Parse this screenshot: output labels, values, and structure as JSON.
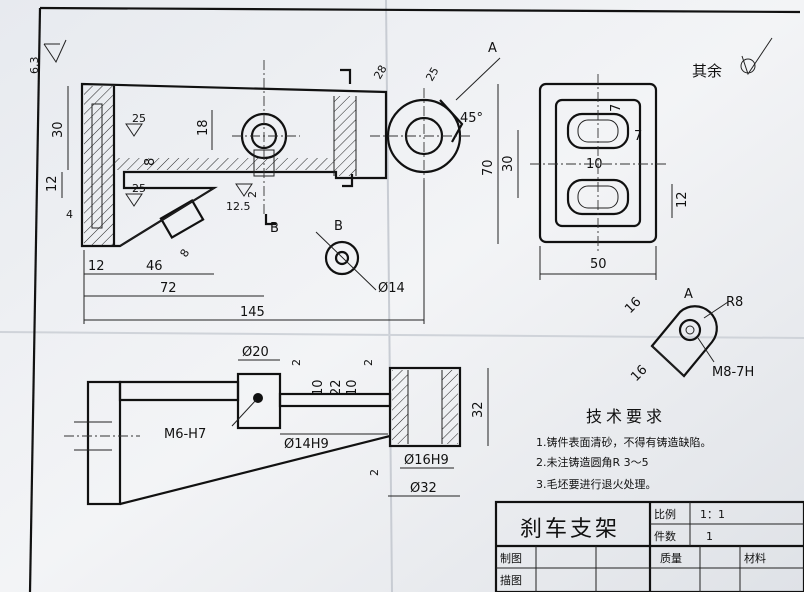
{
  "roughness_top_left": "6.3",
  "view_label_a": "A",
  "view_label_b": "B",
  "remaining_roughness_label": "其余",
  "main_view": {
    "dim_30": "30",
    "dim_18": "18",
    "dim_12": "12",
    "dim_4": "4",
    "dim_8": "8",
    "dim_2": "2",
    "dim_12_46_72_145": [
      "12",
      "46",
      "72",
      "145"
    ],
    "rough_25_a": "25",
    "rough_25_b": "25",
    "rough_12_5": "12.5",
    "dim_28": "28",
    "dim_r25": "25",
    "dim_45": "45°",
    "dim_8_slot": "8"
  },
  "side_view": {
    "dim_70": "70",
    "dim_30": "30",
    "dim_10": "10",
    "dim_7a": "7",
    "dim_7b": "7",
    "dim_12": "12",
    "dim_50": "50"
  },
  "section_b": {
    "label": "B",
    "dim": "Ø14"
  },
  "view_a": {
    "label": "A",
    "dim_16a": "16",
    "dim_16b": "16",
    "dim_r8": "R8",
    "thread": "M8-7H"
  },
  "bottom_view": {
    "dim_d20": "Ø20",
    "dim_2a": "2",
    "dim_2b": "2",
    "dim_10a": "10",
    "dim_22": "22",
    "dim_10b": "10",
    "dim_32": "32",
    "dim_2c": "2",
    "thread": "M6-H7",
    "dim_d14h9": "Ø14H9",
    "dim_d16h9": "Ø16H9",
    "dim_d32": "Ø32"
  },
  "tech_req": {
    "title": "技术要求",
    "items": [
      "1.铸件表面清砂，不得有铸造缺陷。",
      "2.未注铸造圆角R 3～5",
      "3.毛坯要进行退火处理。"
    ]
  },
  "title_block": {
    "name": "刹车支架",
    "scale_label": "比例",
    "scale_value": "1：1",
    "qty_label": "件数",
    "qty_value": "1",
    "draw_label": "制图",
    "check_label": "描图",
    "mass_label": "质量",
    "material_label": "材料"
  },
  "colors": {
    "paper": "#eef0f3",
    "ink": "#111111"
  }
}
